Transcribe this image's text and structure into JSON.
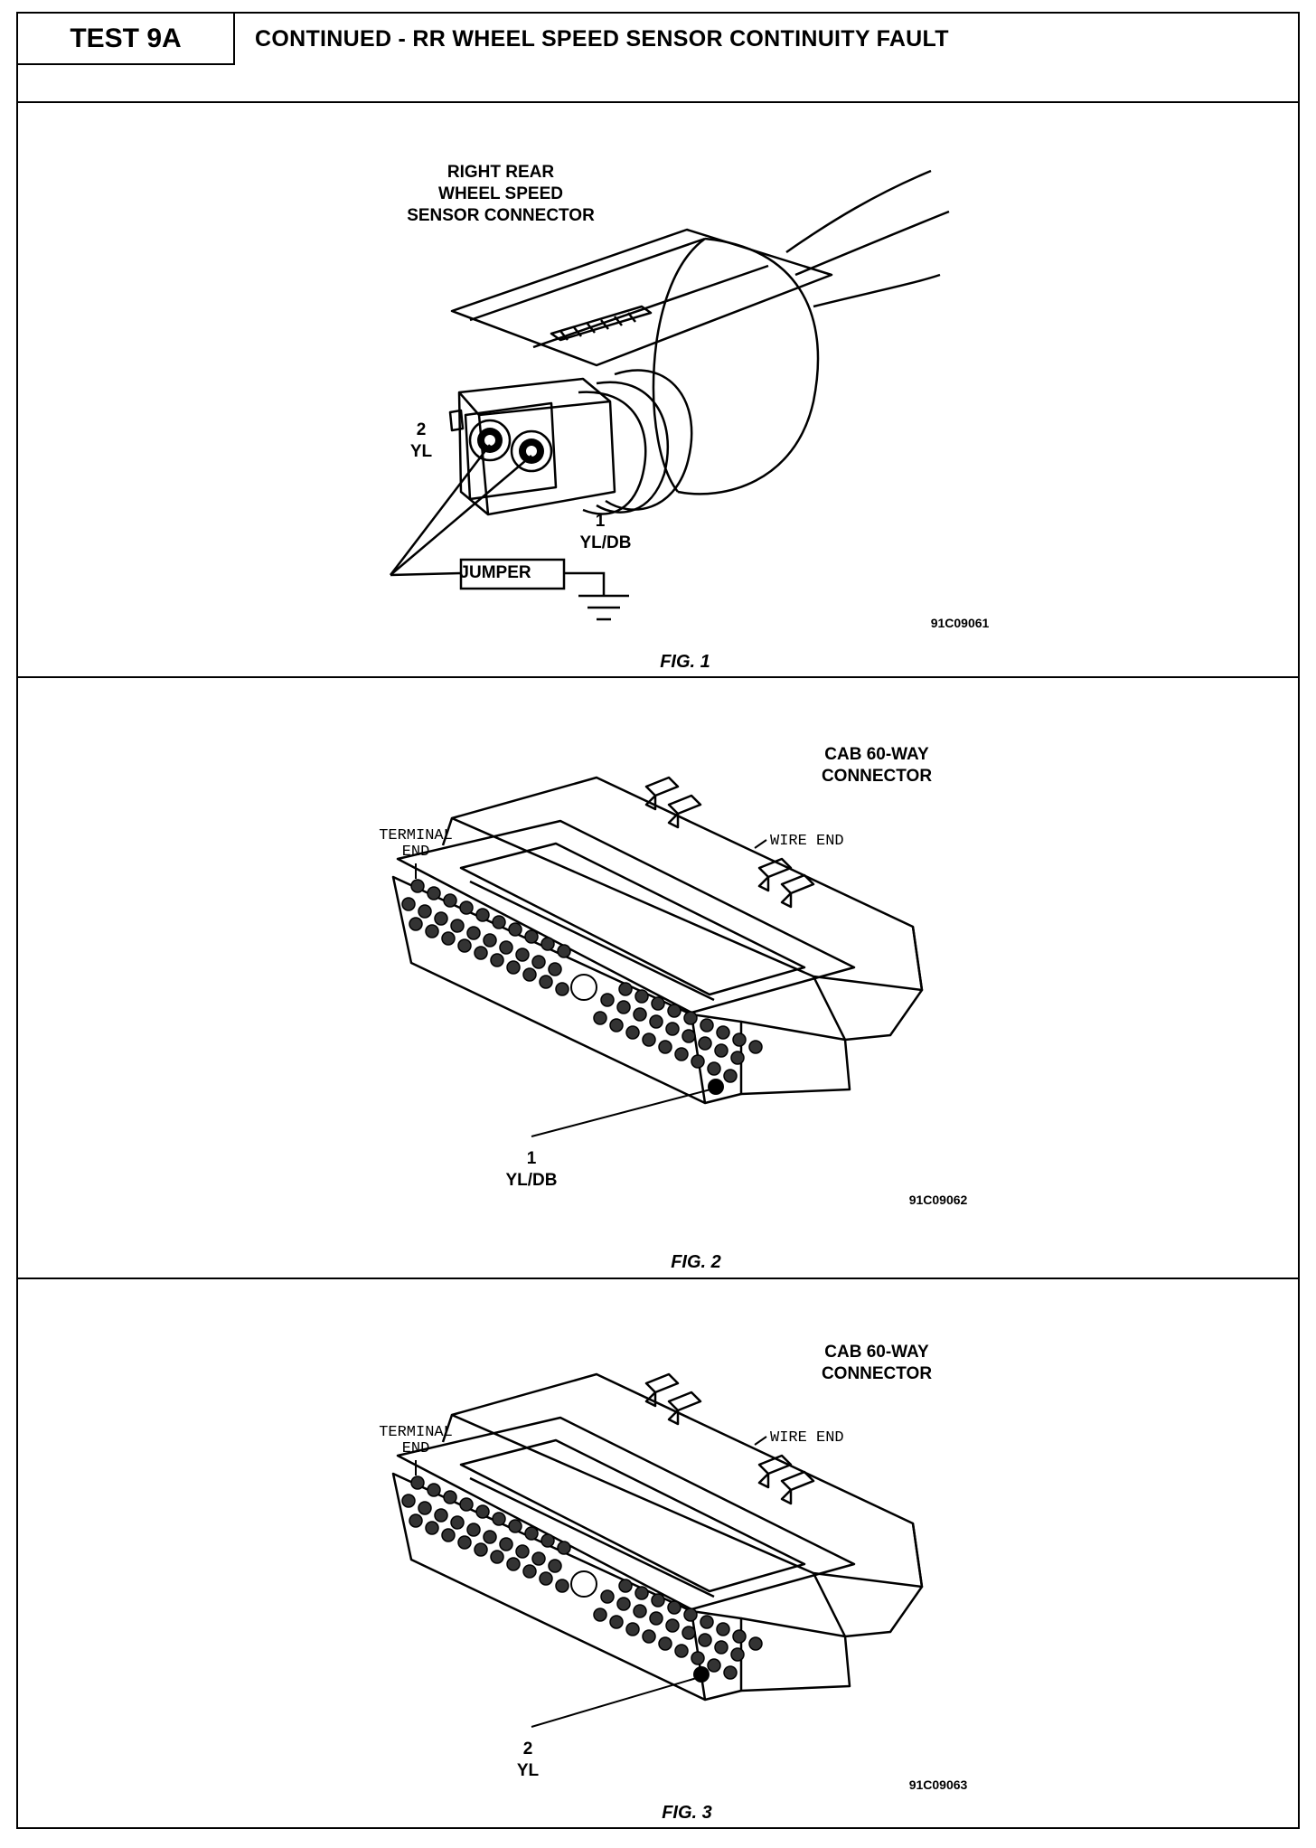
{
  "header": {
    "test_label": "TEST 9A",
    "title": "CONTINUED - RR WHEEL SPEED SENSOR CONTINUITY FAULT"
  },
  "figures": [
    {
      "caption": "FIG. 1",
      "code": "91C09061",
      "connector_label": [
        "RIGHT REAR",
        "WHEEL SPEED",
        "SENSOR CONNECTOR"
      ],
      "pin_2": {
        "number": "2",
        "color": "YL"
      },
      "pin_1": {
        "number": "1",
        "color": "YL/DB"
      },
      "jumper_label": "JUMPER"
    },
    {
      "caption": "FIG. 2",
      "code": "91C09062",
      "connector_label": [
        "CAB 60-WAY",
        "CONNECTOR"
      ],
      "terminal_end": [
        "TERMINAL",
        "END"
      ],
      "wire_end": "WIRE END",
      "pin": {
        "number": "1",
        "color": "YL/DB"
      }
    },
    {
      "caption": "FIG. 3",
      "code": "91C09063",
      "connector_label": [
        "CAB 60-WAY",
        "CONNECTOR"
      ],
      "terminal_end": [
        "TERMINAL",
        "END"
      ],
      "wire_end": "WIRE END",
      "pin": {
        "number": "2",
        "color": "YL"
      }
    }
  ]
}
